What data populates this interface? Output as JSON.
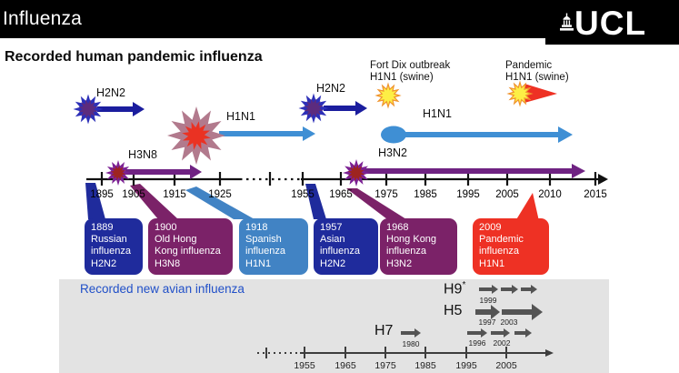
{
  "header": {
    "title": "Influenza",
    "logo_text": "UCL"
  },
  "main": {
    "heading": "Recorded human pandemic influenza",
    "axis_years": [
      "1895",
      "1905",
      "1915",
      "1925",
      "1955",
      "1965",
      "1975",
      "1985",
      "1995",
      "2005",
      "2010",
      "2015"
    ],
    "arrows": {
      "h2n2_1889": "H2N2",
      "h3n8_1900": "H3N8",
      "h1n1_1918": "H1N1",
      "h2n2_1957": "H2N2",
      "h1n1_1977": "H1N1",
      "h3n2_1968": "H3N2"
    },
    "annotations": {
      "fort_dix_line1": "Fort Dix outbreak",
      "fort_dix_line2": "H1N1 (swine)",
      "pandemic_line1": "Pandemic",
      "pandemic_line2": "H1N1 (swine)"
    },
    "callouts": [
      {
        "year": "1889",
        "line1": "Russian",
        "line2": "influenza",
        "line3": "H2N2"
      },
      {
        "year": "1900",
        "line1": "Old Hong",
        "line2": "Kong influenza",
        "line3": "H3N8"
      },
      {
        "year": "1918",
        "line1": "Spanish",
        "line2": "influenza",
        "line3": "H1N1"
      },
      {
        "year": "1957",
        "line1": "Asian",
        "line2": "influenza",
        "line3": "H2N2"
      },
      {
        "year": "1968",
        "line1": "Hong Kong",
        "line2": "influenza",
        "line3": "H3N2"
      },
      {
        "year": "2009",
        "line1": "Pandemic",
        "line2": "influenza",
        "line3": "H1N1"
      }
    ]
  },
  "avian": {
    "heading": "Recorded new avian influenza",
    "axis_years": [
      "1955",
      "1965",
      "1975",
      "1985",
      "1995",
      "2005"
    ],
    "strain_h9": "H9",
    "strain_h9_sup": "*",
    "strain_h5": "H5",
    "strain_h7": "H7",
    "event_years": {
      "h9_1999": "1999",
      "h5_1997": "1997",
      "h5_2003": "2003",
      "h7_1980": "1980",
      "h7_1996": "1996",
      "h7_2002": "2002"
    }
  },
  "colors": {
    "navy": "#1b1d9e",
    "navy_box": "#1f2b9c",
    "purple": "#6f2282",
    "purple_box": "#7b2268",
    "steel_blue_box": "#4183c4",
    "light_blue": "#3f8fd4",
    "red": "#ee3124",
    "yellow_star": "#fdef45",
    "yellow_star_stroke": "#f0952f",
    "mauve_star": "#b27a8d",
    "gray_panel": "#e3e3e3",
    "avian_gray": "#545454",
    "avian_heading_blue": "#2150c8"
  }
}
